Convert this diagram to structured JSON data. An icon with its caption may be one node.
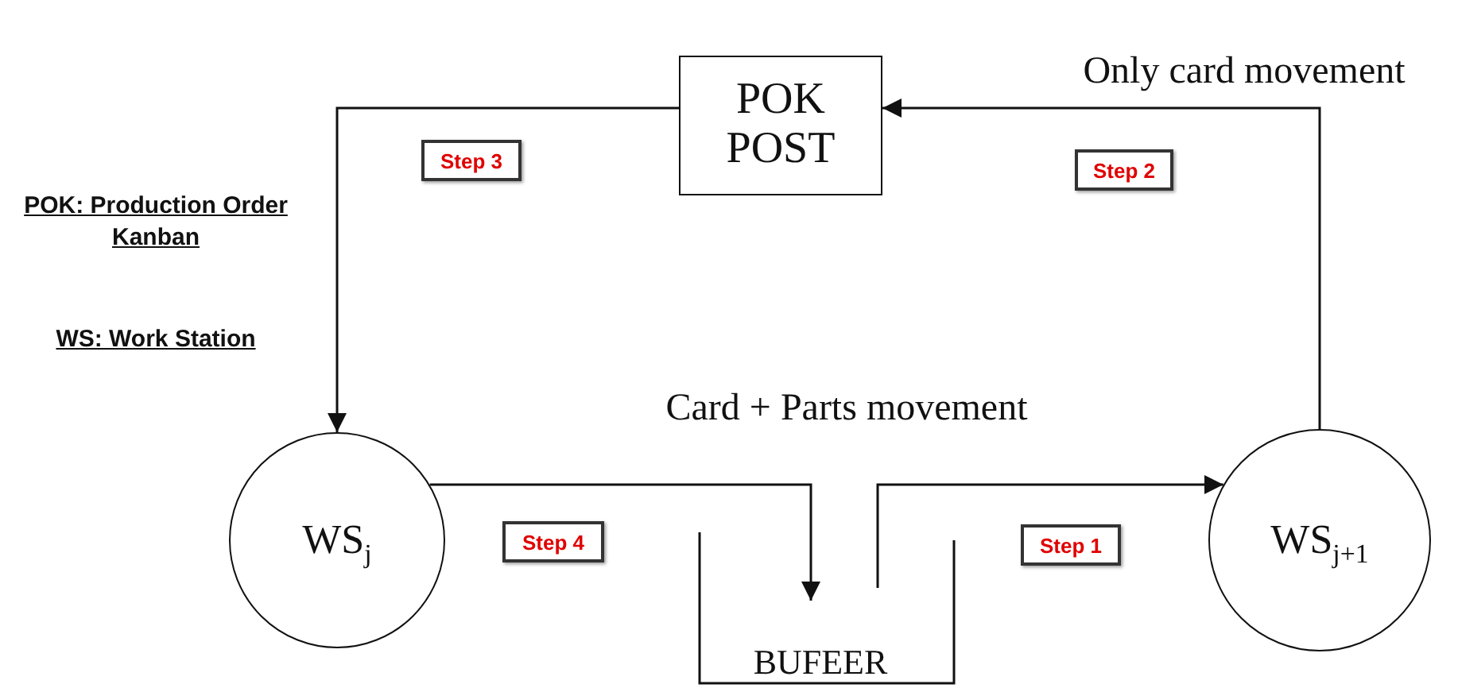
{
  "diagram": {
    "nodes": [
      {
        "text": [
          "POK POST"
        ]
      },
      {
        "text": [
          "Step 3"
        ]
      },
      {
        "text": [
          "Step 2"
        ]
      },
      {
        "text": [
          "WS$_{j}$"
        ]
      },
      {
        "text": [
          "Step 4"
        ]
      },
      {
        "text": [
          "BUFEER"
        ]
      },
      {
        "text": [
          "Step 1"
        ]
      },
      {
        "text": [
          "WS$_{j+1}$"
        ]
      }
    ],
    "edges": [
      {
        "from": 7,
        "to": 0,
        "arrow": "to"
      },
      {
        "from": 0,
        "to": 3,
        "arrow": "to"
      },
      {
        "from": 3,
        "to": 5,
        "arrow": "to"
      },
      {
        "from": 5,
        "to": 7,
        "arrow": "to"
      }
    ],
    "labels": [
      "Only card movement",
      "POK: Production Order Kanban",
      "WS: Work Station",
      "Card + Parts movement"
    ]
  }
}
